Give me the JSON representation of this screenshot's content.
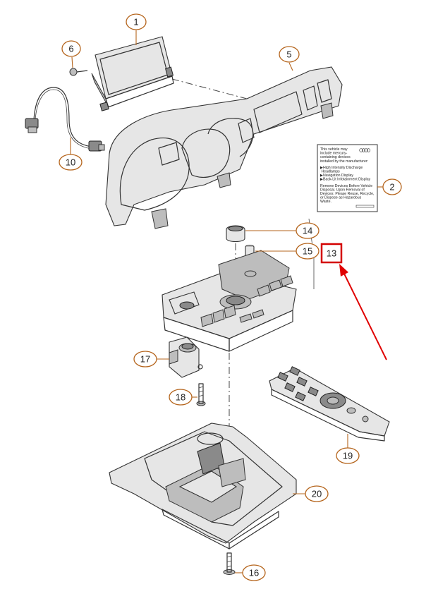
{
  "callouts": {
    "c1": "1",
    "c2": "2",
    "c5": "5",
    "c6": "6",
    "c10": "10",
    "c13": "13",
    "c14": "14",
    "c15": "15",
    "c16": "16",
    "c17": "17",
    "c18": "18",
    "c19": "19",
    "c20": "20"
  },
  "warning_label": {
    "lines": [
      "This vehicle may",
      "include mercury-",
      "containing devices",
      "installed by the manufacturer:",
      "",
      "▶High Intensity Discharge",
      "  Headlamps",
      "▶Navigation Display",
      "▶Back-Lit Infotainment Display",
      "",
      "Remove Devices Before Vehicle",
      "Disposal. Upon Removal of",
      "Devices: Please Reuse, Recycle,",
      "or Dispose as Hazardous",
      "Waste."
    ]
  },
  "colors": {
    "callout_outline": "#b5651d",
    "highlight_box": "#d40000",
    "arrow": "#e00000"
  }
}
